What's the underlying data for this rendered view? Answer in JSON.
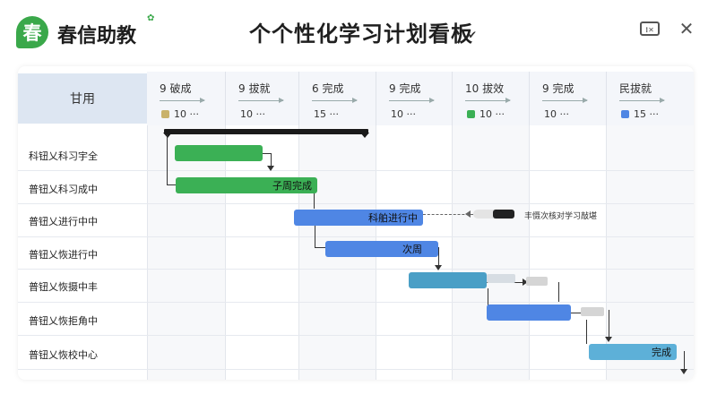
{
  "header": {
    "logo_char": "春",
    "brand": "春信助教",
    "title": "个个性化学习计划看板",
    "close_glyph": "✕",
    "chat_glyph": "⁝✕"
  },
  "board": {
    "row_header_label": "甘用",
    "columns": [
      {
        "label": "9 破成",
        "count": "10 ···",
        "swatch": "#c9b26a"
      },
      {
        "label": "9 拔就",
        "count": "10 ···",
        "swatch": ""
      },
      {
        "label": "6 完成",
        "count": "15 ···",
        "swatch": ""
      },
      {
        "label": "9 完成",
        "count": "10 ···",
        "swatch": ""
      },
      {
        "label": "10 拔效",
        "count": "10 ···",
        "swatch": "#3bb055"
      },
      {
        "label": "9 完成",
        "count": "10 ···",
        "swatch": ""
      },
      {
        "label": "民拔就",
        "count": "15 ···",
        "swatch": "#4f86e4"
      }
    ],
    "rows": [
      {
        "label": "科钮乂科习宇全"
      },
      {
        "label": "普钮乂科习成中"
      },
      {
        "label": "普钮乂进行中中"
      },
      {
        "label": "普钮乂恢进行中"
      },
      {
        "label": "普钮乂恢摄中丰"
      },
      {
        "label": "普钮乂恢拒角中"
      },
      {
        "label": "普钮乂恢校中心"
      }
    ],
    "bars": [
      {
        "text": ""
      },
      {
        "text": "子周完成"
      },
      {
        "text": "科舶进行中"
      },
      {
        "text": "次周"
      },
      {
        "text": ""
      },
      {
        "text": ""
      },
      {
        "text": "完成"
      }
    ],
    "tooltip_text": "丰慑次核对学习敲堪"
  }
}
